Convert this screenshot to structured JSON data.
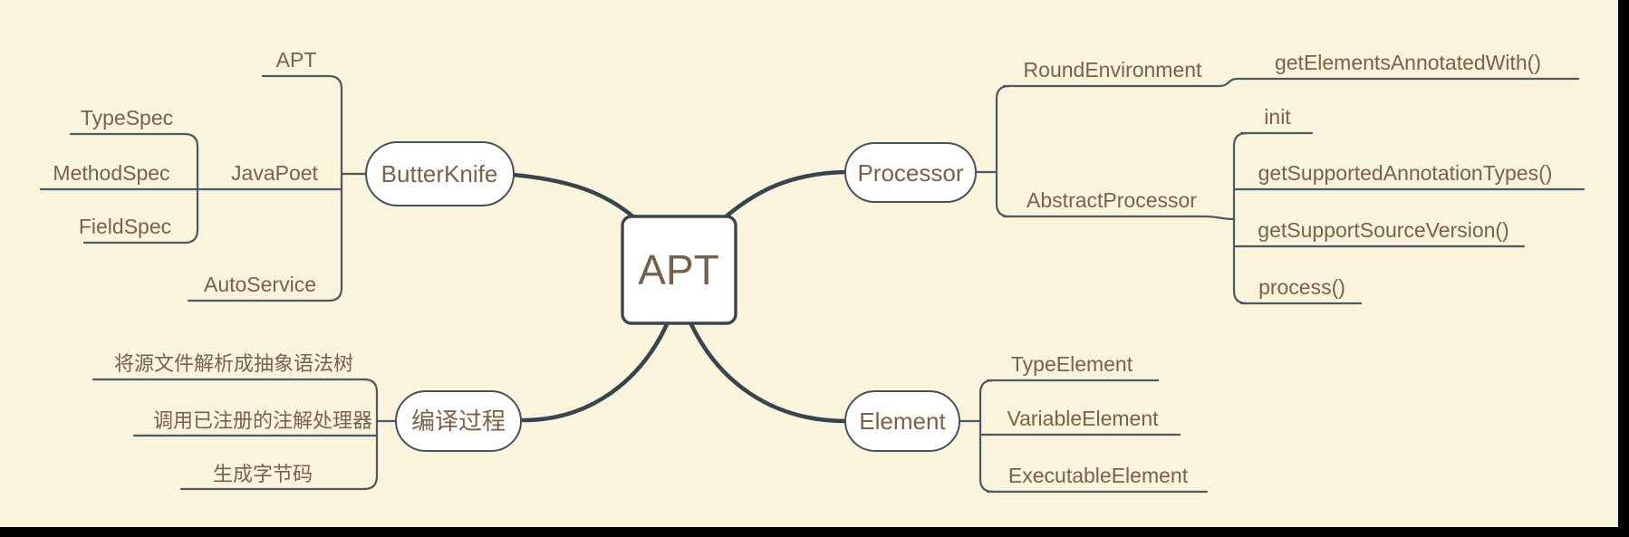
{
  "canvas": {
    "background": "#faf4dd",
    "edge_bar_color": "#000000",
    "line_color": "#4e5962",
    "branch_color": "#39454e",
    "text_color": "#7a6148",
    "node_fill": "#ffffff"
  },
  "mindmap": {
    "root": {
      "label": "APT"
    },
    "branches": [
      {
        "label": "ButterKnife",
        "children": [
          {
            "label": "APT"
          },
          {
            "label": "JavaPoet",
            "children": [
              {
                "label": "TypeSpec"
              },
              {
                "label": "MethodSpec"
              },
              {
                "label": "FieldSpec"
              }
            ]
          },
          {
            "label": "AutoService"
          }
        ]
      },
      {
        "label": "Processor",
        "children": [
          {
            "label": "RoundEnvironment",
            "children": [
              {
                "label": "getElementsAnnotatedWith()"
              }
            ]
          },
          {
            "label": "AbstractProcessor",
            "children": [
              {
                "label": "init"
              },
              {
                "label": "getSupportedAnnotationTypes()"
              },
              {
                "label": "getSupportSourceVersion()"
              },
              {
                "label": "process()"
              }
            ]
          }
        ]
      },
      {
        "label": "编译过程",
        "children": [
          {
            "label": "将源文件解析成抽象语法树"
          },
          {
            "label": "调用已注册的注解处理器"
          },
          {
            "label": "生成字节码"
          }
        ]
      },
      {
        "label": "Element",
        "children": [
          {
            "label": "TypeElement"
          },
          {
            "label": "VariableElement"
          },
          {
            "label": "ExecutableElement"
          }
        ]
      }
    ]
  }
}
